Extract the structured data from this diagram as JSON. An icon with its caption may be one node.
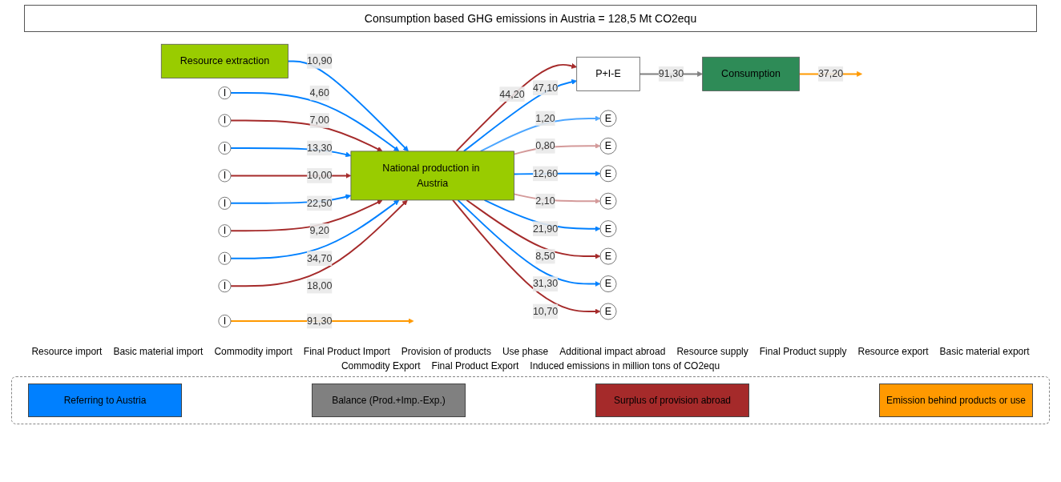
{
  "diagram": {
    "title": "Consumption based GHG emissions in Austria = 128,5 Mt CO2equ",
    "nodes": [
      {
        "text": [
          "Resource extraction"
        ]
      },
      {
        "text": [
          "National production in Austria"
        ]
      },
      {
        "text": [
          "P+I-E"
        ]
      },
      {
        "text": [
          "Consumption"
        ]
      },
      {
        "text": [
          "I"
        ]
      },
      {
        "text": [
          "I"
        ]
      },
      {
        "text": [
          "I"
        ]
      },
      {
        "text": [
          "I"
        ]
      },
      {
        "text": [
          "I"
        ]
      },
      {
        "text": [
          "I"
        ]
      },
      {
        "text": [
          "I"
        ]
      },
      {
        "text": [
          "I"
        ]
      },
      {
        "text": [
          "I"
        ]
      },
      {
        "text": [
          "E"
        ]
      },
      {
        "text": [
          "E"
        ]
      },
      {
        "text": [
          "E"
        ]
      },
      {
        "text": [
          "E"
        ]
      },
      {
        "text": [
          "E"
        ]
      },
      {
        "text": [
          "E"
        ]
      },
      {
        "text": [
          "E"
        ]
      },
      {
        "text": [
          "E"
        ]
      }
    ],
    "edges": [
      {
        "from": 0,
        "to": 1,
        "arrow": "to",
        "label": "10,90"
      },
      {
        "from": 4,
        "to": 1,
        "arrow": "to",
        "label": "4,60"
      },
      {
        "from": 5,
        "to": 1,
        "arrow": "to",
        "label": "7,00",
        "color": "#a52a2a"
      },
      {
        "from": 6,
        "to": 1,
        "arrow": "to",
        "label": "13,30"
      },
      {
        "from": 7,
        "to": 1,
        "arrow": "to",
        "label": "10,00",
        "color": "#a52a2a"
      },
      {
        "from": 8,
        "to": 1,
        "arrow": "to",
        "label": "22,50"
      },
      {
        "from": 9,
        "to": 1,
        "arrow": "to",
        "label": "9,20",
        "color": "#a52a2a"
      },
      {
        "from": 10,
        "to": 1,
        "arrow": "to",
        "label": "34,70"
      },
      {
        "from": 11,
        "to": 1,
        "arrow": "to",
        "label": "18,00",
        "color": "#a52a2a"
      },
      {
        "from": 1,
        "to": 2,
        "arrow": "to",
        "label": "44,20",
        "color": "#a52a2a"
      },
      {
        "from": 1,
        "to": 2,
        "arrow": "to",
        "label": "47,10"
      },
      {
        "from": 2,
        "to": 3,
        "arrow": "to",
        "label": "91,30",
        "color": "#808080"
      },
      {
        "from": 12,
        "to": null,
        "arrow": "to",
        "label": "91,30",
        "color": "#ff9900"
      },
      {
        "from": 3,
        "to": null,
        "arrow": "to",
        "label": "37,20",
        "color": "#ff9900"
      },
      {
        "from": 1,
        "to": 13,
        "arrow": "to",
        "label": "1,20",
        "color": "#4da6ff"
      },
      {
        "from": 1,
        "to": 14,
        "arrow": "to",
        "label": "0,80",
        "color": "#d49a9a"
      },
      {
        "from": 1,
        "to": 15,
        "arrow": "to",
        "label": "12,60"
      },
      {
        "from": 1,
        "to": 16,
        "arrow": "to",
        "label": "2,10",
        "color": "#d49a9a"
      },
      {
        "from": 1,
        "to": 17,
        "arrow": "to",
        "label": "21,90"
      },
      {
        "from": 1,
        "to": 18,
        "arrow": "to",
        "label": "8,50",
        "color": "#a52a2a"
      },
      {
        "from": 1,
        "to": 19,
        "arrow": "to",
        "label": "31,30"
      },
      {
        "from": 1,
        "to": 20,
        "arrow": "to",
        "label": "10,70",
        "color": "#a52a2a"
      }
    ],
    "labels": [
      "Resource import",
      "Basic material import",
      "Commodity import",
      "Final Product Import",
      "Provision of products",
      "Use phase",
      "Additional impact abroad",
      "Resource supply",
      "Final Product supply",
      "Resource export",
      "Basic material export",
      "Commodity Export",
      "Final Product Export",
      "Induced emissions in million tons of CO2equ"
    ],
    "legend": [
      {
        "text": "Referring to Austria",
        "color": "#0080ff"
      },
      {
        "text": "Balance (Prod.+Imp.-Exp.)",
        "color": "#808080"
      },
      {
        "text": "Surplus of provision abroad",
        "color": "#a52a2a"
      },
      {
        "text": "Emission behind products or use",
        "color": "#ff9900"
      }
    ]
  }
}
